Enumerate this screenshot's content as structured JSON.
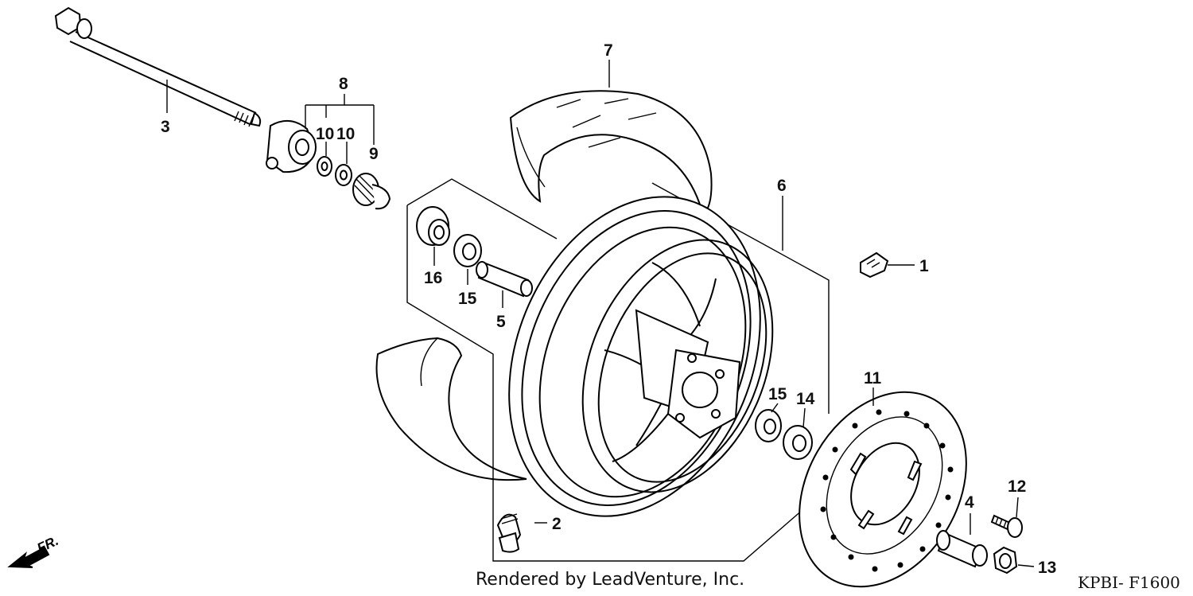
{
  "callouts": [
    {
      "id": "1",
      "label": "1"
    },
    {
      "id": "2",
      "label": "2"
    },
    {
      "id": "3",
      "label": "3"
    },
    {
      "id": "4",
      "label": "4"
    },
    {
      "id": "5",
      "label": "5"
    },
    {
      "id": "6",
      "label": "6"
    },
    {
      "id": "7",
      "label": "7"
    },
    {
      "id": "8",
      "label": "8"
    },
    {
      "id": "9",
      "label": "9"
    },
    {
      "id": "10a",
      "label": "10"
    },
    {
      "id": "10b",
      "label": "10"
    },
    {
      "id": "11",
      "label": "11"
    },
    {
      "id": "12",
      "label": "12"
    },
    {
      "id": "13",
      "label": "13"
    },
    {
      "id": "14",
      "label": "14"
    },
    {
      "id": "15a",
      "label": "15"
    },
    {
      "id": "15b",
      "label": "15"
    },
    {
      "id": "16",
      "label": "16"
    }
  ],
  "direction_label": "FR.",
  "credit": "Rendered by LeadVenture, Inc.",
  "diagram_code": "KPBI- F1600"
}
